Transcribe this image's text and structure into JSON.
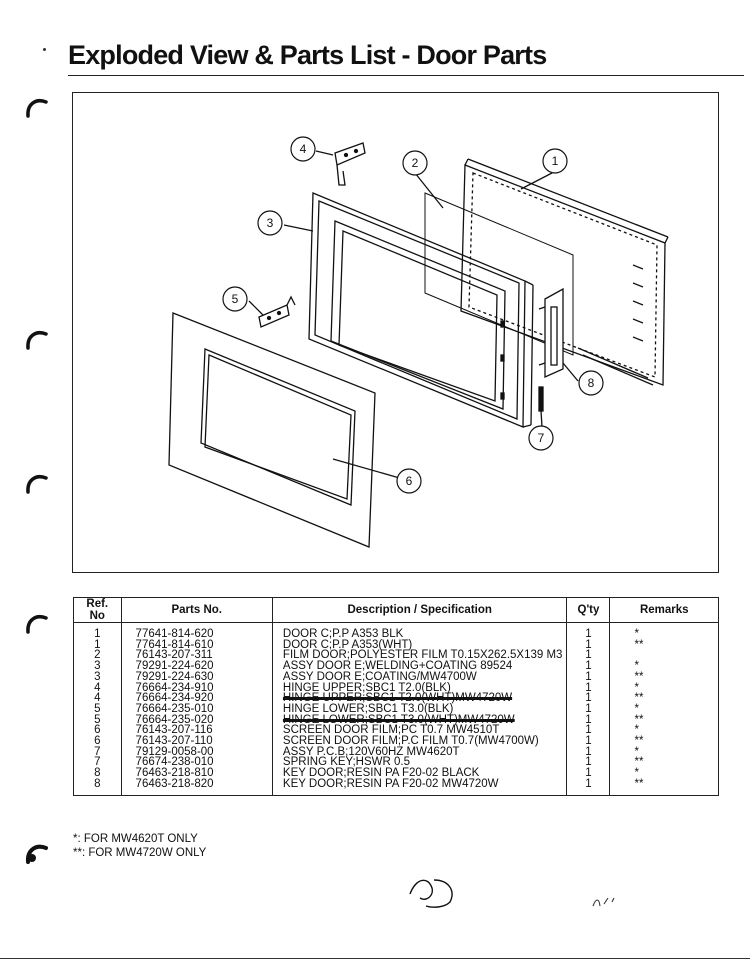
{
  "title": "Exploded View & Parts List - Door Parts",
  "callouts": [
    "1",
    "2",
    "3",
    "4",
    "5",
    "6",
    "7",
    "8"
  ],
  "table": {
    "headers": [
      "Ref. No",
      "Parts No.",
      "Description / Specification",
      "Q'ty",
      "Remarks"
    ],
    "rows": [
      {
        "ref": "1",
        "part": "77641-814-620",
        "desc": "DOOR C;P.P A353 BLK",
        "qty": "1",
        "remarks": "*",
        "strike": false
      },
      {
        "ref": "1",
        "part": "77641-814-610",
        "desc": "DOOR C;P.P A353(WHT)",
        "qty": "1",
        "remarks": "**",
        "strike": false
      },
      {
        "ref": "2",
        "part": "76143-207-311",
        "desc": "FILM DOOR;POLYESTER FILM T0.15X262.5X139 M3",
        "qty": "1",
        "remarks": "",
        "strike": false
      },
      {
        "ref": "3",
        "part": "79291-224-620",
        "desc": "ASSY DOOR E;WELDING+COATING 89524",
        "qty": "1",
        "remarks": "*",
        "strike": false
      },
      {
        "ref": "3",
        "part": "79291-224-630",
        "desc": "ASSY DOOR E;COATING/MW4700W",
        "qty": "1",
        "remarks": "**",
        "strike": false
      },
      {
        "ref": "4",
        "part": "76664-234-910",
        "desc": "HINGE UPPER;SBC1 T2.0(BLK)",
        "qty": "1",
        "remarks": "*",
        "strike": false
      },
      {
        "ref": "4",
        "part": "76664-234-920",
        "desc": "HINGE UPPER;SBC1 T2.0(WHT)MW4720W",
        "qty": "1",
        "remarks": "**",
        "strike": true
      },
      {
        "ref": "5",
        "part": "76664-235-010",
        "desc": "HINGE LOWER;SBC1 T3.0(BLK)",
        "qty": "1",
        "remarks": "*",
        "strike": false
      },
      {
        "ref": "5",
        "part": "76664-235-020",
        "desc": "HINGE LOWER;SBC1 T3.0(WHT)MW4720W",
        "qty": "1",
        "remarks": "**",
        "strike": true
      },
      {
        "ref": "6",
        "part": "76143-207-116",
        "desc": "SCREEN DOOR FILM;PC T0.7 MW4510T",
        "qty": "1",
        "remarks": "*",
        "strike": false
      },
      {
        "ref": "6",
        "part": "76143-207-110",
        "desc": "SCREEN DOOR FILM;P.C FILM T0.7(MW4700W)",
        "qty": "1",
        "remarks": "**",
        "strike": false
      },
      {
        "ref": "7",
        "part": "79129-0058-00",
        "desc": "ASSY P.C.B;120V60HZ MW4620T",
        "qty": "1",
        "remarks": "*",
        "strike": false
      },
      {
        "ref": "7",
        "part": "76674-238-010",
        "desc": "SPRING KEY;HSWR 0.5",
        "qty": "1",
        "remarks": "**",
        "strike": false
      },
      {
        "ref": "8",
        "part": "76463-218-810",
        "desc": "KEY DOOR;RESIN PA F20-02 BLACK",
        "qty": "1",
        "remarks": "*",
        "strike": false
      },
      {
        "ref": "8",
        "part": "76463-218-820",
        "desc": "KEY DOOR;RESIN PA F20-02 MW4720W",
        "qty": "1",
        "remarks": "**",
        "strike": false
      }
    ]
  },
  "notes": [
    "*: FOR MW4620T ONLY",
    "**: FOR MW4720W ONLY"
  ]
}
